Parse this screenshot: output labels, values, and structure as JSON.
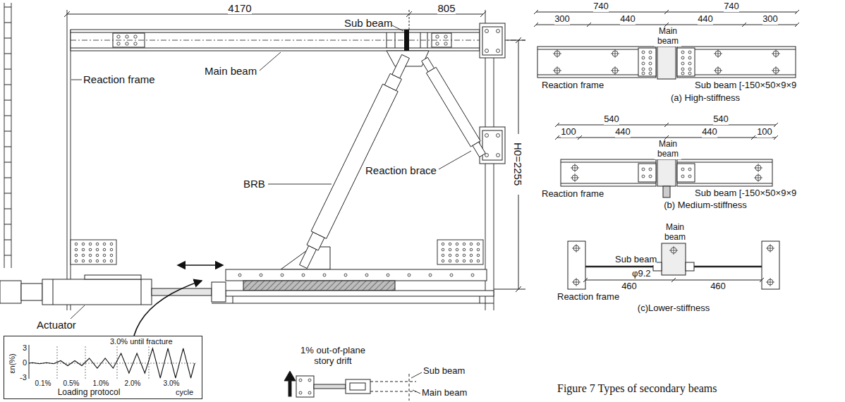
{
  "diagram": {
    "caption": "Figure 7 Types of secondary beams",
    "nodes": [
      {
        "text": [
          "3.0% until fracture",
          "εn(%)",
          "3",
          "0",
          "-3",
          "0.1%",
          "0.5%",
          "1.0%",
          "2.0%",
          "3.0%",
          "cycle",
          "Loading protocol"
        ]
      }
    ],
    "labels": [
      "4170",
      "805",
      "Sub beam",
      "Main beam",
      "Reaction frame",
      "BRB",
      "Reaction brace",
      "H0=2255",
      "Actuator",
      "1% out-of-plane story drift",
      "Sub beam",
      "Main beam",
      "740",
      "740",
      "300",
      "440",
      "440",
      "300",
      "Main beam",
      "Reaction frame",
      "Sub beam [-150×50×9×9",
      "(a) High-stiffness",
      "540",
      "540",
      "100",
      "440",
      "440",
      "100",
      "Main beam",
      "Reaction frame",
      "Sub beam [-150×50×9×9",
      "(b) Medium-stiffness",
      "Main beam",
      "Sub beam",
      "φ9.2",
      "460",
      "460",
      "Reaction frame",
      "(c)Lower-stiffness"
    ]
  }
}
